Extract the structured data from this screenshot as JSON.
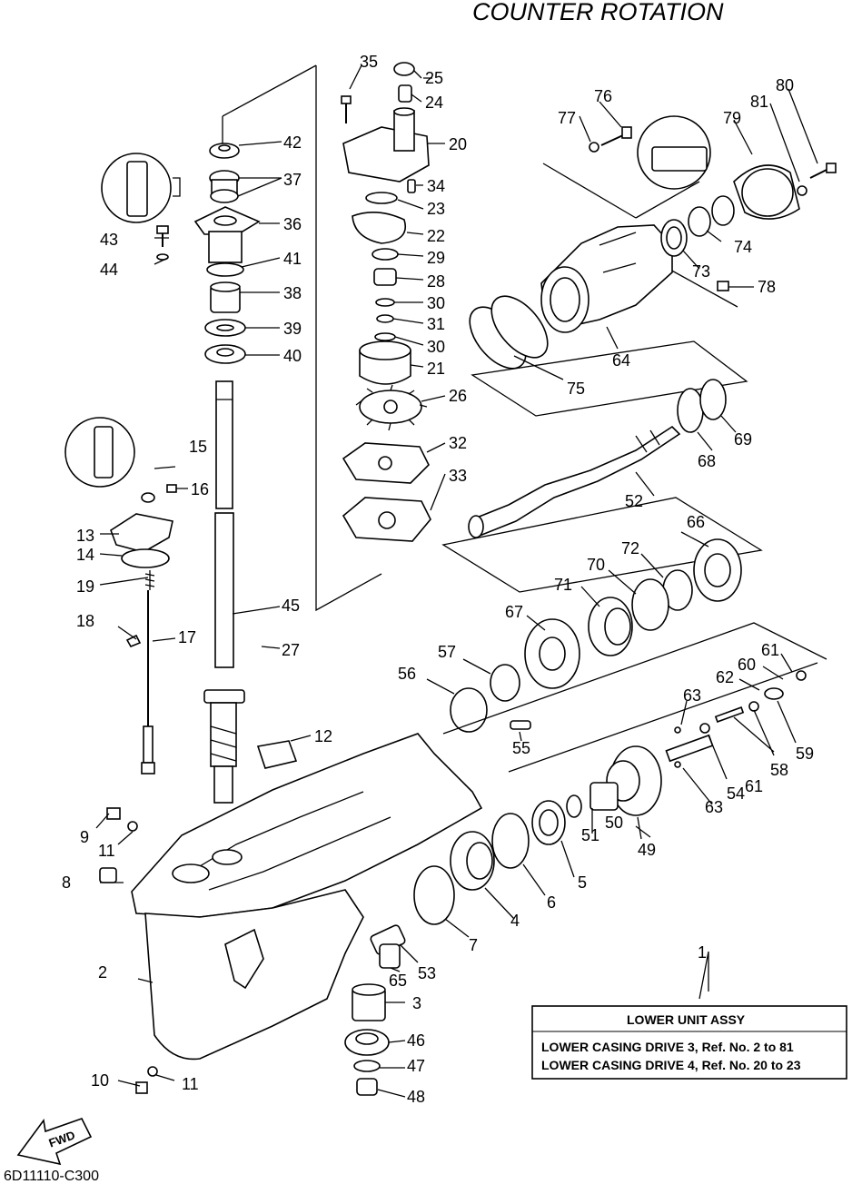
{
  "title": "COUNTER ROTATION",
  "diagram_code": "6D11110-C300",
  "fwd_label": "FWD",
  "legend_box": {
    "heading": "LOWER UNIT ASSY",
    "lines": [
      "LOWER CASING DRIVE 3, Ref. No. 2 to 81",
      "LOWER CASING DRIVE 4, Ref. No. 20 to 23"
    ]
  },
  "callouts": [
    "1",
    "2",
    "3",
    "4",
    "5",
    "6",
    "7",
    "8",
    "9",
    "10",
    "11",
    "11",
    "12",
    "13",
    "14",
    "15",
    "16",
    "17",
    "18",
    "19",
    "20",
    "21",
    "22",
    "23",
    "24",
    "25",
    "26",
    "27",
    "28",
    "29",
    "30",
    "30",
    "31",
    "32",
    "33",
    "34",
    "35",
    "36",
    "37",
    "38",
    "39",
    "40",
    "41",
    "42",
    "43",
    "44",
    "45",
    "46",
    "47",
    "48",
    "49",
    "50",
    "51",
    "52",
    "53",
    "54",
    "55",
    "56",
    "57",
    "58",
    "59",
    "60",
    "61",
    "61",
    "62",
    "63",
    "63",
    "64",
    "65",
    "66",
    "67",
    "68",
    "69",
    "70",
    "71",
    "72",
    "73",
    "74",
    "75",
    "76",
    "77",
    "78",
    "79",
    "80",
    "81"
  ]
}
